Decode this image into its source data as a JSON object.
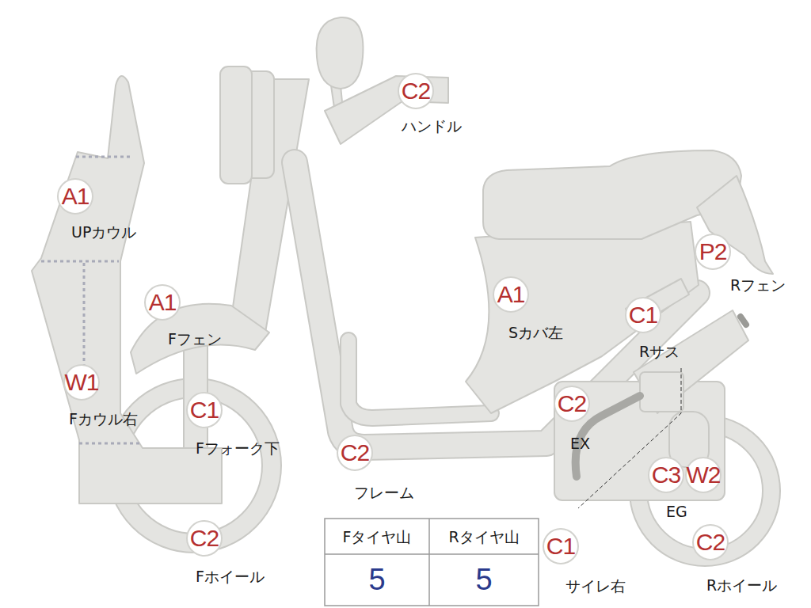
{
  "diagram": {
    "nodes": [
      {
        "text": [
          "C2",
          "ハンドル"
        ]
      },
      {
        "text": [
          "A1",
          "UPカウル"
        ]
      },
      {
        "text": [
          "P2",
          "Rフェン"
        ]
      },
      {
        "text": [
          "A1",
          "Fフェン"
        ]
      },
      {
        "text": [
          "A1",
          "Sカバ左"
        ]
      },
      {
        "text": [
          "C1",
          "Rサス"
        ]
      },
      {
        "text": [
          "W1",
          "Fカウル右"
        ]
      },
      {
        "text": [
          "C1",
          "Fフォーク下"
        ]
      },
      {
        "text": [
          "C2",
          "EX"
        ]
      },
      {
        "text": [
          "C2",
          "フレーム"
        ]
      },
      {
        "text": [
          "C3",
          "EG"
        ]
      },
      {
        "text": [
          "W2"
        ]
      },
      {
        "text": [
          "C2",
          "Fホイール"
        ]
      },
      {
        "text": [
          "C1",
          "サイレ右"
        ]
      },
      {
        "text": [
          "C2",
          "Rホイール"
        ]
      }
    ],
    "labels": [
      "Fタイヤ山",
      "Rタイヤ山",
      "5",
      "5"
    ]
  }
}
